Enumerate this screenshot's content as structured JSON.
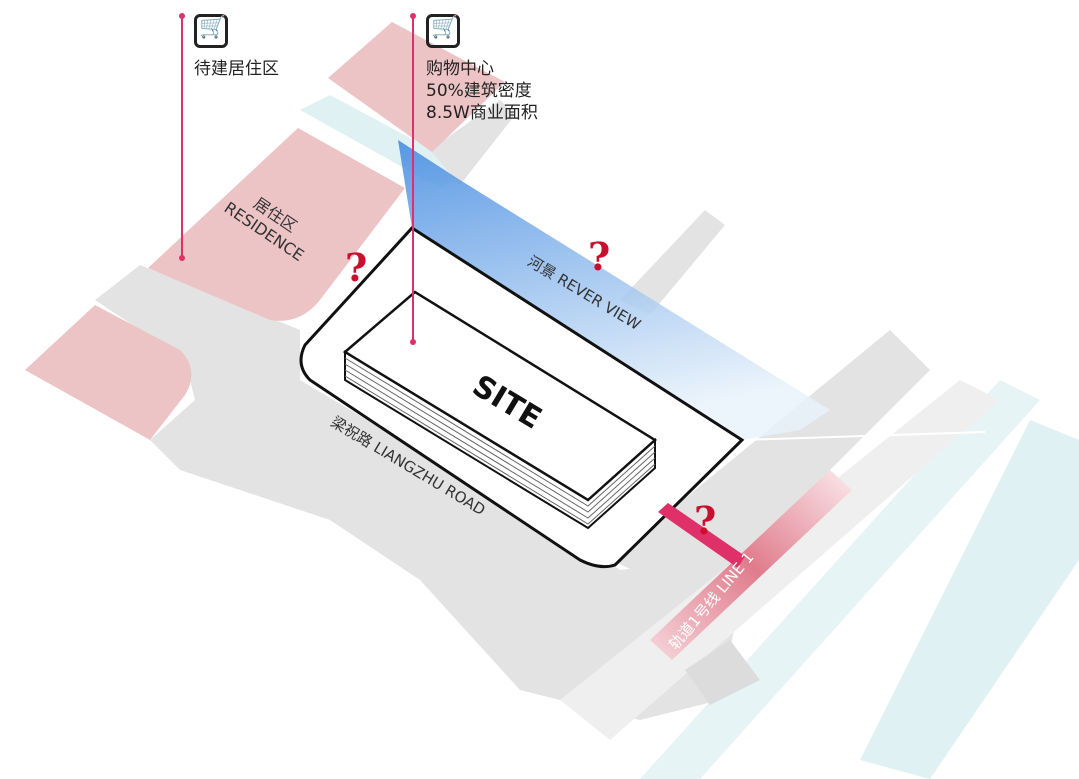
{
  "callouts": [
    {
      "icon": "shopping-cart-icon",
      "lines": [
        "待建居住区"
      ]
    },
    {
      "icon": "shopping-cart-icon",
      "lines": [
        "购物中心",
        "50%建筑密度",
        "8.5W商业面积"
      ]
    }
  ],
  "labels": {
    "residence_cn": "居住区",
    "residence_en": "RESIDENCE",
    "river_view": "河景 REVER VIEW",
    "road": "梁祝路 LIANGZHU ROAD",
    "site": "SITE",
    "line": "轨道1号线 LINE 1"
  },
  "question_mark": "?",
  "colors": {
    "accent": "#e0306a",
    "question": "#c8102e",
    "parcel": "#ecc4c6",
    "road": "#e3e3e3",
    "river": "#dff1f3",
    "view": "#5f9be0"
  }
}
